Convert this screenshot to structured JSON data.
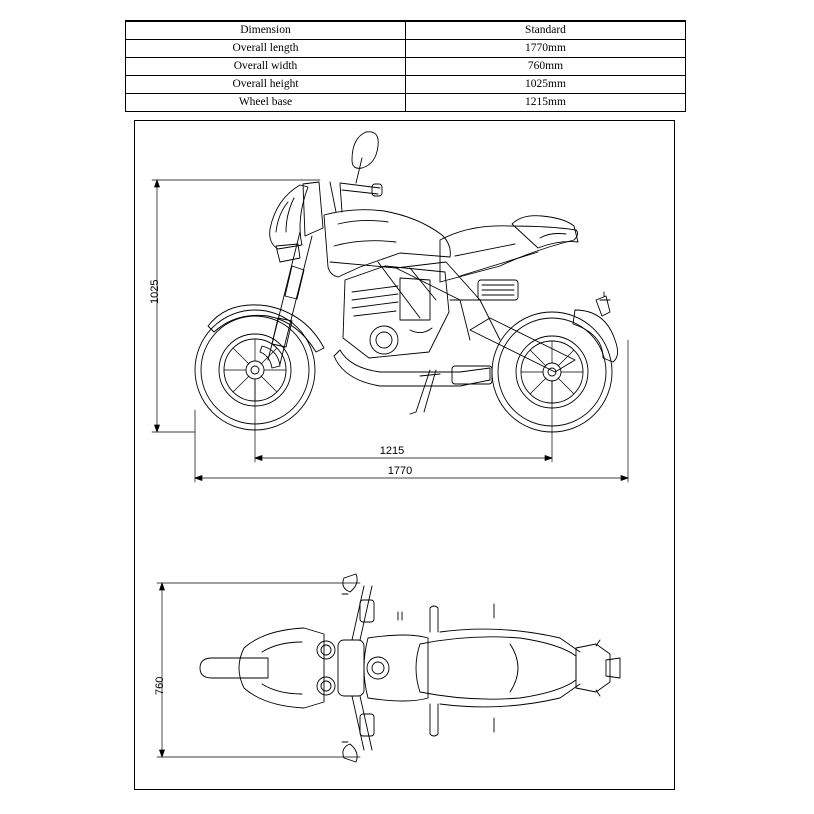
{
  "spec_table": {
    "header": {
      "dimension": "Dimension",
      "standard": "Standard"
    },
    "rows": [
      {
        "label": "Overall length",
        "value": "1770mm"
      },
      {
        "label": "Overall width",
        "value": "760mm"
      },
      {
        "label": "Overall height",
        "value": "1025mm"
      },
      {
        "label": "Wheel base",
        "value": "1215mm"
      }
    ]
  },
  "side_view": {
    "height_label": "1025",
    "wheelbase_label": "1215",
    "length_label": "1770"
  },
  "top_view": {
    "width_label": "760"
  }
}
